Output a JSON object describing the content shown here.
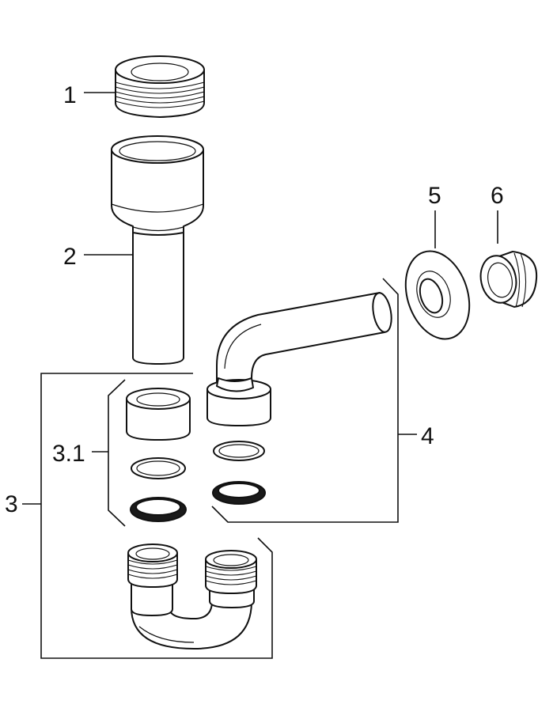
{
  "labels": {
    "p1": "1",
    "p2": "2",
    "p3": "3",
    "p31": "3.1",
    "p4": "4",
    "p5": "5",
    "p6": "6"
  },
  "colors": {
    "line": "#111111",
    "background": "#ffffff",
    "gasket": "#1a1a1a"
  }
}
